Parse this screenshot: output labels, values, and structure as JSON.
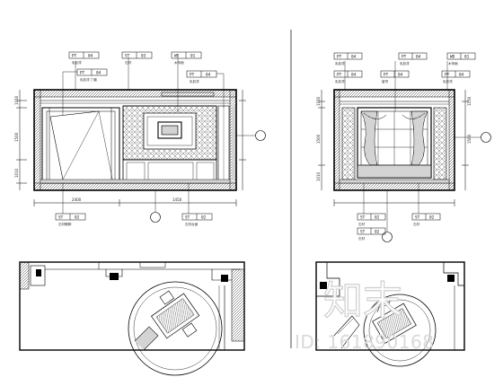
{
  "left_elevation": {
    "top_tags": [
      {
        "code": "PT",
        "no": "04",
        "note": "乳胶漆"
      },
      {
        "code": "ST",
        "no": "03",
        "note": "石材"
      },
      {
        "code": "WD",
        "no": "01",
        "note": "木饰面"
      }
    ],
    "left_tag": {
      "code": "PT",
      "no": "04",
      "note": "乳胶漆 门套"
    },
    "right_tag": {
      "code": "PT",
      "no": "04",
      "note": "乳胶漆"
    },
    "bottom_tags": [
      {
        "code": "ST",
        "no": "02",
        "note": "石材踢脚"
      },
      {
        "code": "ST",
        "no": "02",
        "note": "石材台面"
      }
    ],
    "dims_left": [
      "1150",
      "1500",
      "1010"
    ],
    "dims_bottom": [
      "2400",
      "1450"
    ]
  },
  "right_elevation": {
    "top_tags": [
      {
        "code": "PT",
        "no": "04",
        "note": "乳胶漆"
      },
      {
        "code": "PT",
        "no": "04",
        "note": "乳胶漆"
      },
      {
        "code": "WD",
        "no": "01",
        "note": "木饰面"
      }
    ],
    "left_tag": {
      "code": "PT",
      "no": "04",
      "note": "乳胶漆"
    },
    "mid_tag": {
      "code": "PT",
      "no": "04",
      "note": "窗帘"
    },
    "right_tag": {
      "code": "PT",
      "no": "04",
      "note": "乳胶漆"
    },
    "bottom_tags": [
      {
        "code": "ST",
        "no": "02",
        "note": "石材"
      },
      {
        "code": "ST",
        "no": "02",
        "note": "石材"
      },
      {
        "code": "ST",
        "no": "02",
        "note": "石材"
      }
    ],
    "dims_left": [
      "1150",
      "1500",
      "1010"
    ],
    "dims_right": [
      "1150",
      "1500"
    ]
  },
  "watermark": {
    "brand": "知末",
    "id": "ID: 161890168"
  },
  "colors": {
    "line": "#000000",
    "watermark": "#cfcfcf",
    "background": "#ffffff"
  }
}
